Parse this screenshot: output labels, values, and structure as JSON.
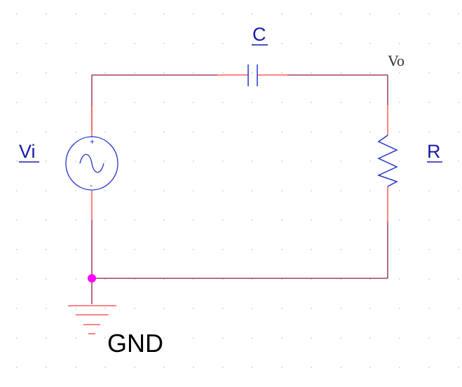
{
  "schematic": {
    "capacitor": {
      "ref": "C"
    },
    "source": {
      "ref": "Vi",
      "plus": "+",
      "minus": "-"
    },
    "resistor": {
      "ref": "R"
    },
    "output_node": {
      "label": "Vo"
    },
    "ground": {
      "label": "GND"
    }
  },
  "colors": {
    "wire": "#8b1c3c",
    "pin": "#ff3b3b",
    "part": "#2233cc",
    "ref_text": "#1a1aaa",
    "node_text": "#333333",
    "junction": "#ff00ff",
    "grid_dot": "#c8c8c8"
  }
}
